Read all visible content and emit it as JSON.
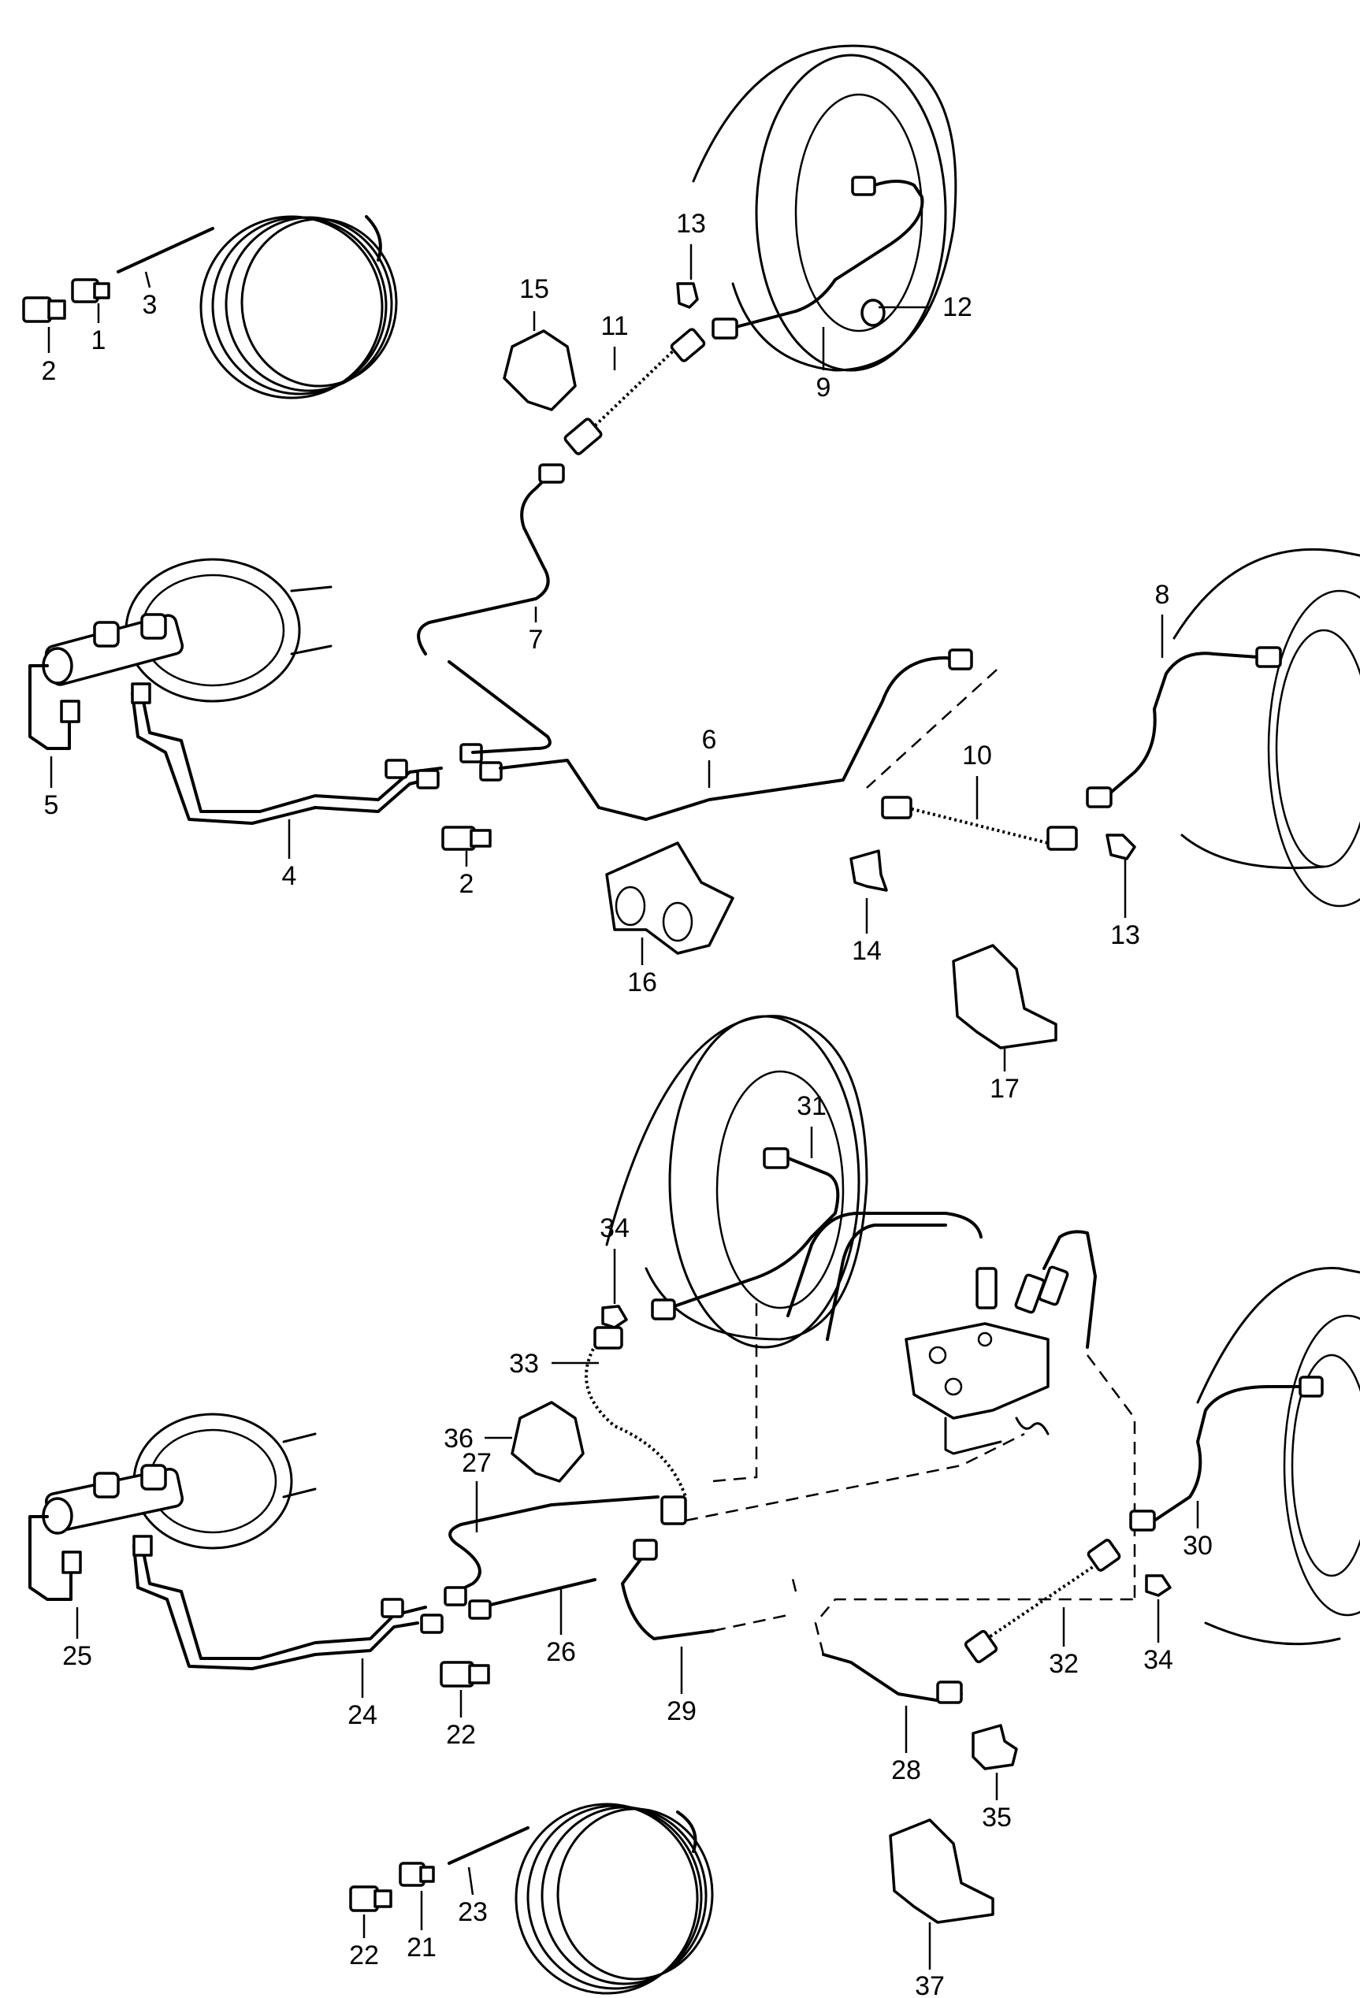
{
  "labels": {
    "c1": "1",
    "c2a": "2",
    "c3": "3",
    "c15": "15",
    "c11": "11",
    "c13a": "13",
    "c12": "12",
    "c9": "9",
    "c7": "7",
    "c8": "8",
    "c5": "5",
    "c6": "6",
    "c10": "10",
    "c2b": "2",
    "c4": "4",
    "c14": "14",
    "c13b": "13",
    "c16": "16",
    "c17": "17",
    "c31": "31",
    "c34a": "34",
    "c33": "33",
    "c36": "36",
    "c27": "27",
    "c25": "25",
    "c26": "26",
    "c24": "24",
    "c22a": "22",
    "c29": "29",
    "c30": "30",
    "c32": "32",
    "c34b": "34",
    "c28": "28",
    "c35": "35",
    "c22b": "22",
    "c21": "21",
    "c23": "23",
    "c37": "37"
  }
}
